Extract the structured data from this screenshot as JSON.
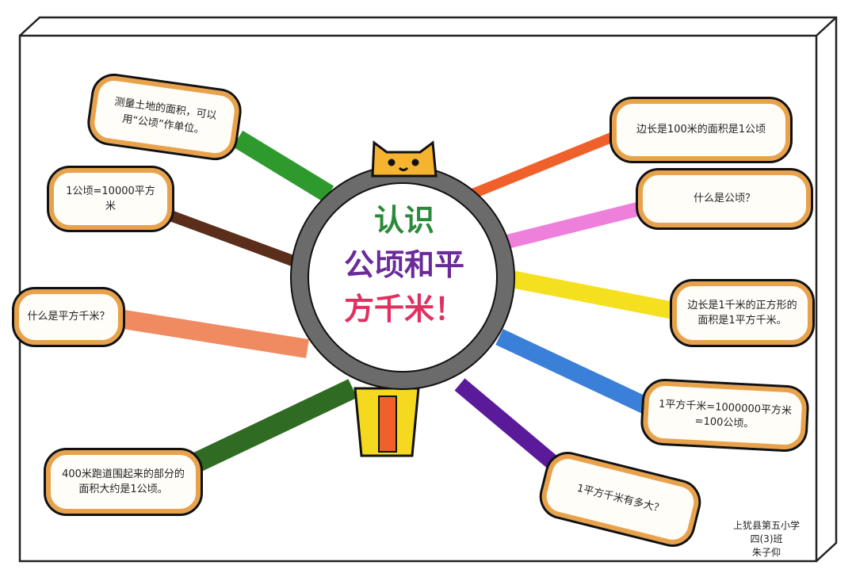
{
  "title": {
    "line1": "认识",
    "line2": "公顷和平",
    "line3": "方千米！"
  },
  "bones": [
    "测量土地的面积，可以用“公顷”作单位。",
    "1公顷=10000平方米",
    "什么是平方千米？",
    "400米跑道围起来的部分的面积大约是1公顷。",
    "边长是100米的面积是1公顷",
    "什么是公顷？",
    "边长是1千米的正方形的面积是1平方千米。",
    "1平方千米=1000000平方米=100公顷。",
    "1平方千米有多大？"
  ],
  "signature": {
    "school": "上犹县第五小学",
    "class": "四(3)班",
    "name": "朱子仰"
  },
  "colors": {
    "bone_border": "#e9a24c",
    "ring": "#6b6b6b"
  }
}
